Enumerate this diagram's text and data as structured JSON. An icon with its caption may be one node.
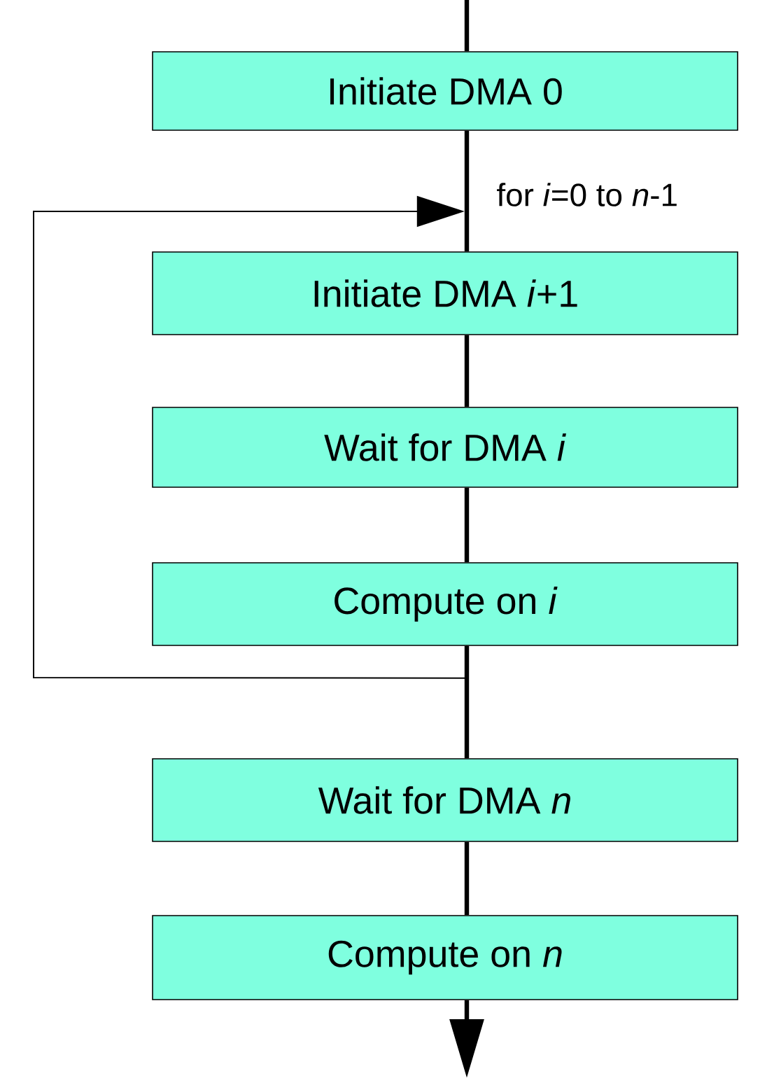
{
  "diagram": {
    "nodes": [
      {
        "text": [
          "Initiate DMA 0"
        ]
      },
      {
        "text": [
          "Initiate DMA *i*+1"
        ]
      },
      {
        "text": [
          "Wait for DMA *i*"
        ]
      },
      {
        "text": [
          "Compute on *i*"
        ]
      },
      {
        "text": [
          "Wait for DMA *n*"
        ]
      },
      {
        "text": [
          "Compute on *n*"
        ]
      }
    ],
    "edges": [
      {
        "from": null,
        "to": 0,
        "arrow": "none"
      },
      {
        "from": 0,
        "to": 1,
        "arrow": "none"
      },
      {
        "from": 1,
        "to": 2,
        "arrow": "none"
      },
      {
        "from": 2,
        "to": 3,
        "arrow": "none"
      },
      {
        "from": 3,
        "to": 4,
        "arrow": "none"
      },
      {
        "from": 4,
        "to": 5,
        "arrow": "none"
      },
      {
        "from": 5,
        "to": null,
        "arrow": "to"
      },
      {
        "from": 3,
        "to": 1,
        "arrow": "to",
        "label": "for *i*=0 to *n*-1"
      }
    ]
  }
}
